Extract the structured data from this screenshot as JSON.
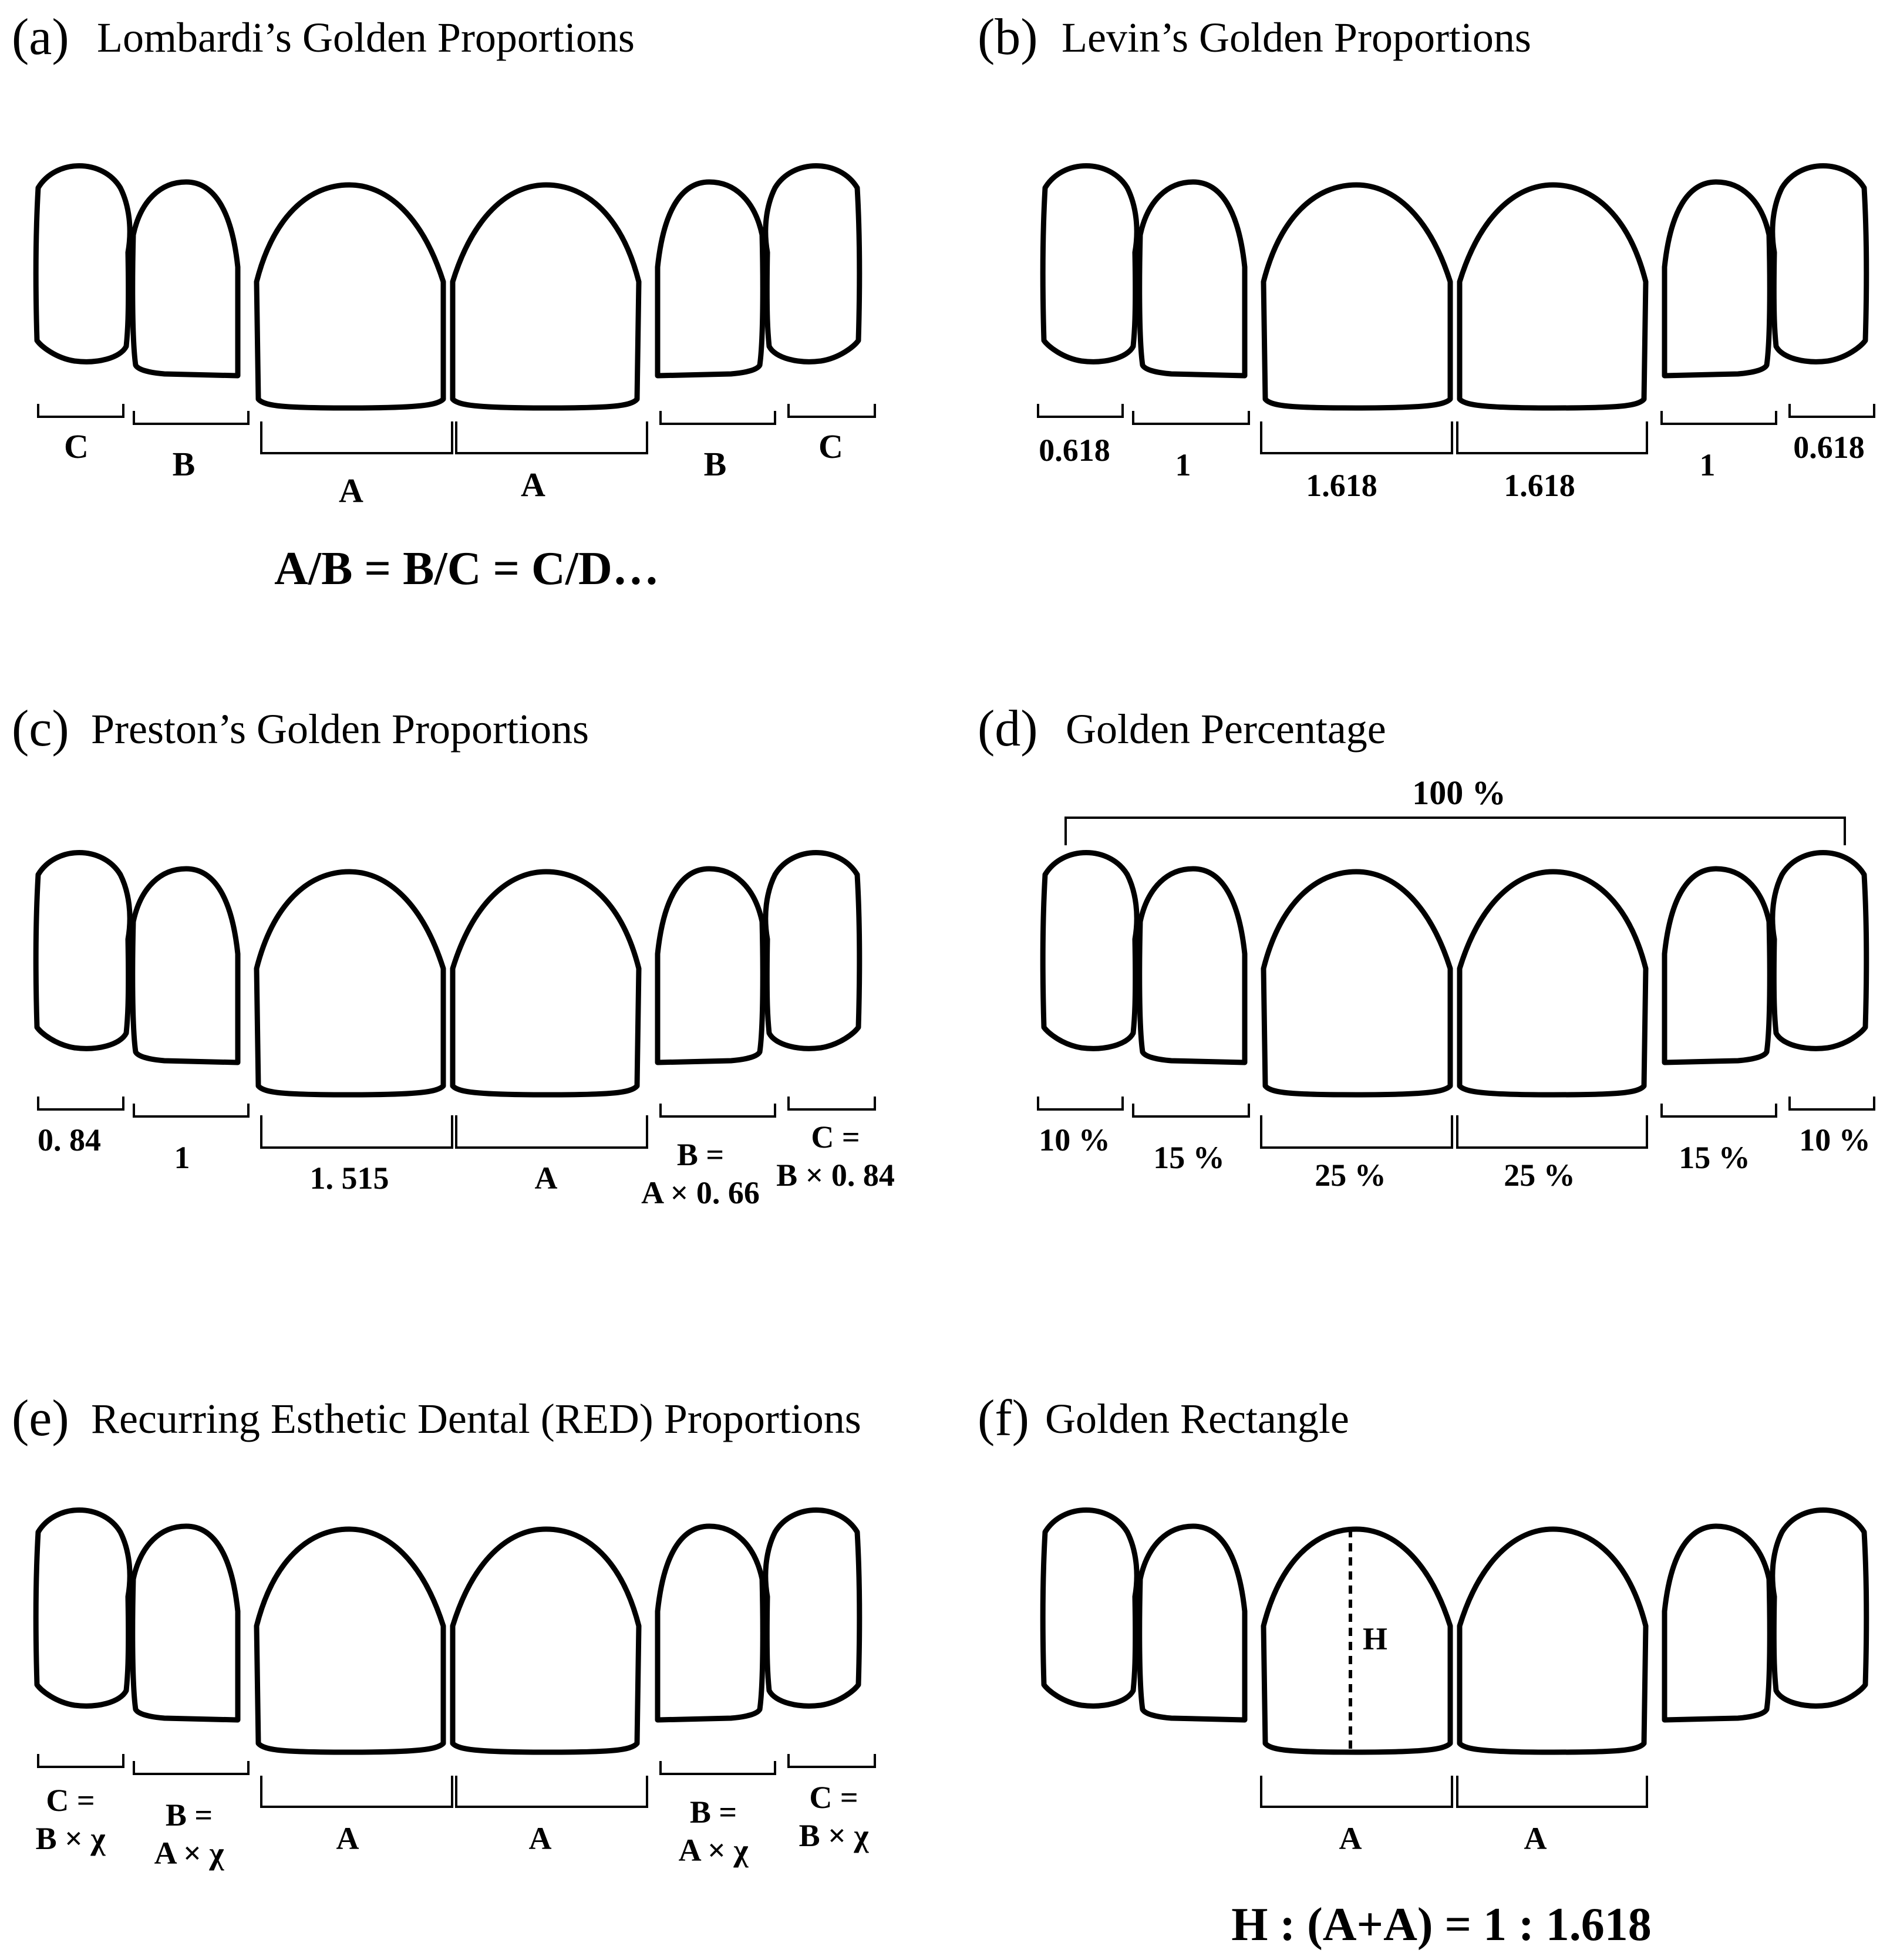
{
  "panels": {
    "a": {
      "letter": "(a)",
      "title": "Lombardi’s Golden Proportions",
      "labels": [
        "C",
        "B",
        "A",
        "A",
        "B",
        "C"
      ],
      "formula": "A/B =  B/C = C/D…"
    },
    "b": {
      "letter": "(b)",
      "title": "Levin’s Golden Proportions",
      "labels": [
        "0.618",
        "1",
        "1.618",
        "1.618",
        "1",
        "0.618"
      ]
    },
    "c": {
      "letter": "(c)",
      "title": "Preston’s Golden Proportions",
      "labels": [
        "0. 84",
        "1",
        "1. 515",
        "A"
      ],
      "label_b_line1": "B =",
      "label_b_line2": "A × 0. 66",
      "label_c_line1": "C =",
      "label_c_line2": "B × 0. 84"
    },
    "d": {
      "letter": "(d)",
      "title": "Golden Percentage",
      "total_label": "100 %",
      "labels": [
        "10 %",
        "15 %",
        "25 %",
        "25 %",
        "15 %",
        "10 %"
      ]
    },
    "e": {
      "letter": "(e)",
      "title": "Recurring Esthetic Dental (RED) Proportions",
      "labels": [
        "A",
        "A"
      ],
      "label_c_line1": "C =",
      "label_c_line2": "B × χ",
      "label_b_line1": "B =",
      "label_b_line2": "A × χ"
    },
    "f": {
      "letter": "(f)",
      "title": "Golden Rectangle",
      "height_label": "H",
      "labels": [
        "A",
        "A"
      ],
      "formula": "H : (A+A) = 1 : 1.618"
    }
  },
  "colors": {
    "stroke": "#000000",
    "background": "#ffffff"
  }
}
